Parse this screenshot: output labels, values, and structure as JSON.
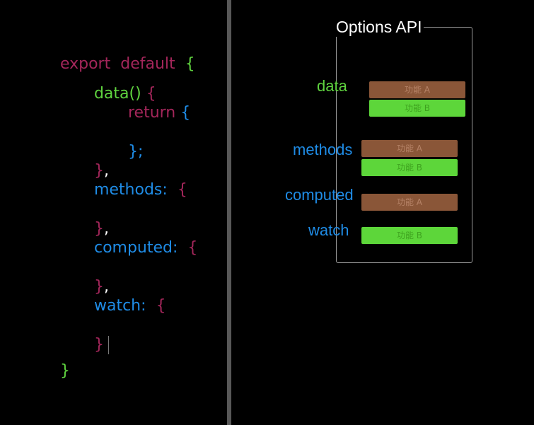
{
  "code": {
    "line1": {
      "export": "export",
      "default": "default",
      "brace": "{"
    },
    "line2": {
      "data": "data()",
      "brace": "{"
    },
    "line3": {
      "return": "return",
      "brace": "{"
    },
    "line4": {
      "close": "};"
    },
    "line5": {
      "close": "}",
      "comma": ","
    },
    "line6": {
      "methods": "methods:",
      "brace": "{"
    },
    "line7": {
      "close": "}",
      "comma": ","
    },
    "line8": {
      "computed": "computed:",
      "brace": "{"
    },
    "line9": {
      "close": "}",
      "comma": ","
    },
    "line10": {
      "watch": "watch:",
      "brace": "{"
    },
    "line11": {
      "close": "}"
    },
    "line12": {
      "close": "}"
    }
  },
  "diagram": {
    "title": "Options API",
    "labels": {
      "data": "data",
      "methods": "methods",
      "computed": "computed",
      "watch": "watch"
    },
    "bars": {
      "data_a": "功能 A",
      "data_b": "功能 B",
      "methods_a": "功能 A",
      "methods_b": "功能 B",
      "computed_a": "功能 A",
      "watch_b": "功能 B"
    }
  },
  "colors": {
    "keyword": "#a3265a",
    "green": "#5fd33f",
    "blue": "#1f8ce6",
    "feature_a": "#8a5638",
    "feature_b": "#5dd63a"
  }
}
